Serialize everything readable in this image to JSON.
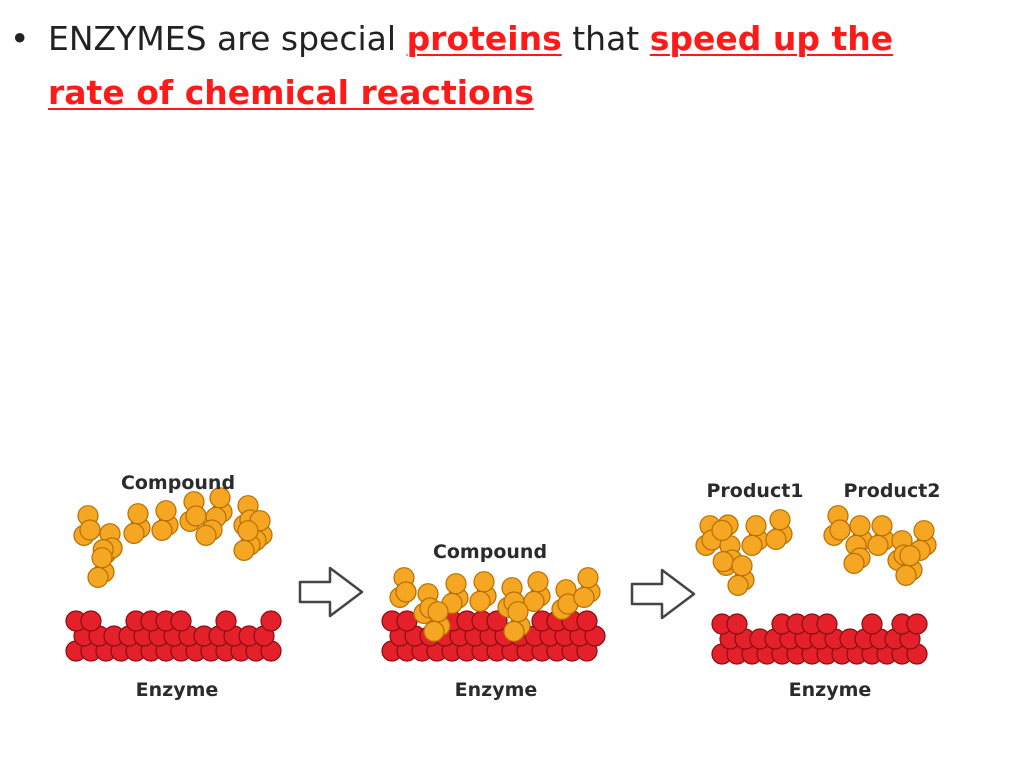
{
  "bullet": {
    "symbol": "•",
    "text_1": "ENZYMES are special ",
    "highlight_1": "proteins",
    "text_2": " that ",
    "highlight_2": "speed up the rate of chemical reactions"
  },
  "diagram": {
    "panel_1": {
      "compound_label": "Compound",
      "enzyme_label": "Enzyme"
    },
    "panel_2": {
      "compound_label": "Compound",
      "enzyme_label": "Enzyme"
    },
    "panel_3": {
      "product1_label": "Product1",
      "product2_label": "Product2",
      "enzyme_label": "Enzyme"
    }
  },
  "colors": {
    "highlight": "#ff1a1a",
    "compound_fill": "#f5a623",
    "compound_stroke": "#b86e00",
    "enzyme_fill": "#e4212b",
    "enzyme_stroke": "#8a0c12",
    "arrow_stroke": "#444444"
  },
  "icons": [
    "right-arrow-icon",
    "right-arrow-icon"
  ]
}
